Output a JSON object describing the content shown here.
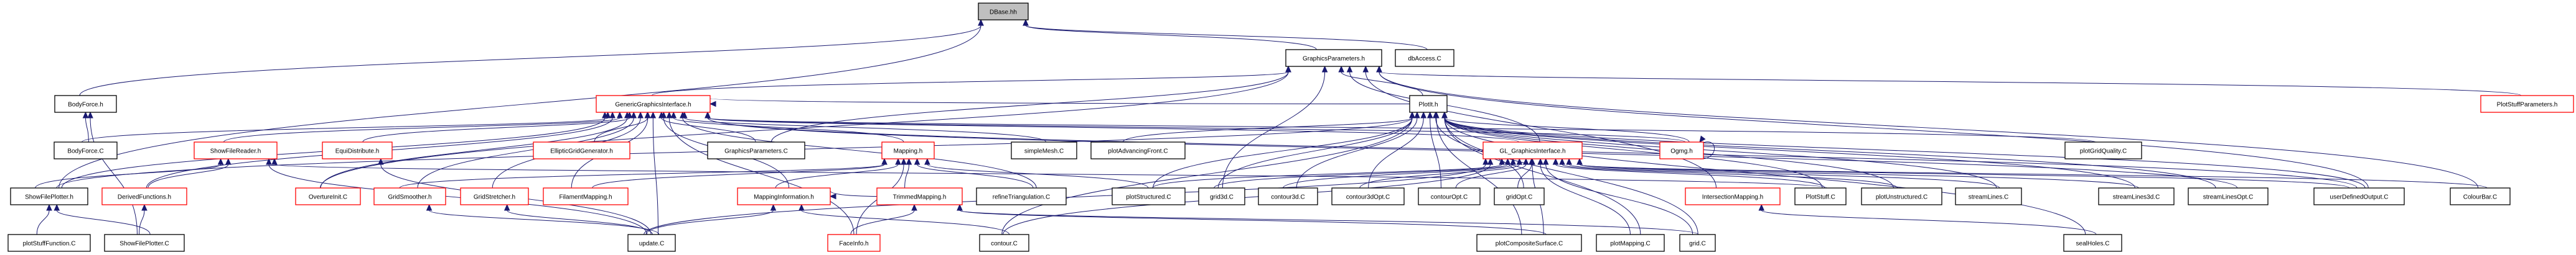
{
  "diagram": {
    "type": "include-dependency-graph",
    "root": "DBase.hh",
    "colors": {
      "edge": "#191970",
      "root_fill": "#bfbfbf",
      "node_fill": "#ffffff",
      "complete_border": "#000000",
      "truncated_border": "#ff0000"
    },
    "nodes": [
      {
        "id": "DBase.hh",
        "label": "DBase.hh",
        "kind": "root"
      },
      {
        "id": "GraphicsParameters.h",
        "label": "GraphicsParameters.h",
        "kind": "complete"
      },
      {
        "id": "dbAccess.C",
        "label": "dbAccess.C",
        "kind": "complete"
      },
      {
        "id": "BodyForce.h",
        "label": "BodyForce.h",
        "kind": "complete"
      },
      {
        "id": "GenericGraphicsInterface.h",
        "label": "GenericGraphicsInterface.h",
        "kind": "truncated"
      },
      {
        "id": "PlotIt.h",
        "label": "PlotIt.h",
        "kind": "complete"
      },
      {
        "id": "PlotStuffParameters.h",
        "label": "PlotStuffParameters.h",
        "kind": "truncated"
      },
      {
        "id": "BodyForce.C",
        "label": "BodyForce.C",
        "kind": "complete"
      },
      {
        "id": "ShowFileReader.h",
        "label": "ShowFileReader.h",
        "kind": "truncated"
      },
      {
        "id": "EquiDistribute.h",
        "label": "EquiDistribute.h",
        "kind": "truncated"
      },
      {
        "id": "EllipticGridGenerator.h",
        "label": "EllipticGridGenerator.h",
        "kind": "truncated"
      },
      {
        "id": "GraphicsParameters.C",
        "label": "GraphicsParameters.C",
        "kind": "complete"
      },
      {
        "id": "Mapping.h",
        "label": "Mapping.h",
        "kind": "truncated"
      },
      {
        "id": "simpleMesh.C",
        "label": "simpleMesh.C",
        "kind": "complete"
      },
      {
        "id": "plotAdvancingFront.C",
        "label": "plotAdvancingFront.C",
        "kind": "complete"
      },
      {
        "id": "GL_GraphicsInterface.h",
        "label": "GL_GraphicsInterface.h",
        "kind": "truncated"
      },
      {
        "id": "Ogmg.h",
        "label": "Ogmg.h",
        "kind": "truncated"
      },
      {
        "id": "plotGridQuality.C",
        "label": "plotGridQuality.C",
        "kind": "complete"
      },
      {
        "id": "ShowFilePlotter.h",
        "label": "ShowFilePlotter.h",
        "kind": "complete"
      },
      {
        "id": "DerivedFunctions.h",
        "label": "DerivedFunctions.h",
        "kind": "truncated"
      },
      {
        "id": "OvertureInit.C",
        "label": "OvertureInit.C",
        "kind": "truncated"
      },
      {
        "id": "GridSmoother.h",
        "label": "GridSmoother.h",
        "kind": "truncated"
      },
      {
        "id": "GridStretcher.h",
        "label": "GridStretcher.h",
        "kind": "truncated"
      },
      {
        "id": "FilamentMapping.h",
        "label": "FilamentMapping.h",
        "kind": "truncated"
      },
      {
        "id": "MappingInformation.h",
        "label": "MappingInformation.h",
        "kind": "truncated"
      },
      {
        "id": "TrimmedMapping.h",
        "label": "TrimmedMapping.h",
        "kind": "truncated"
      },
      {
        "id": "refineTriangulation.C",
        "label": "refineTriangulation.C",
        "kind": "complete"
      },
      {
        "id": "plotStructured.C",
        "label": "plotStructured.C",
        "kind": "complete"
      },
      {
        "id": "grid3d.C",
        "label": "grid3d.C",
        "kind": "complete"
      },
      {
        "id": "contour3d.C",
        "label": "contour3d.C",
        "kind": "complete"
      },
      {
        "id": "contour3dOpt.C",
        "label": "contour3dOpt.C",
        "kind": "complete"
      },
      {
        "id": "contourOpt.C",
        "label": "contourOpt.C",
        "kind": "complete"
      },
      {
        "id": "gridOpt.C",
        "label": "gridOpt.C",
        "kind": "complete"
      },
      {
        "id": "IntersectionMapping.h",
        "label": "IntersectionMapping.h",
        "kind": "truncated"
      },
      {
        "id": "PlotStuff.C",
        "label": "PlotStuff.C",
        "kind": "complete"
      },
      {
        "id": "plotUnstructured.C",
        "label": "plotUnstructured.C",
        "kind": "complete"
      },
      {
        "id": "streamLines.C",
        "label": "streamLines.C",
        "kind": "complete"
      },
      {
        "id": "streamLines3d.C",
        "label": "streamLines3d.C",
        "kind": "complete"
      },
      {
        "id": "streamLinesOpt.C",
        "label": "streamLinesOpt.C",
        "kind": "complete"
      },
      {
        "id": "userDefinedOutput.C",
        "label": "userDefinedOutput.C",
        "kind": "complete"
      },
      {
        "id": "ColourBar.C",
        "label": "ColourBar.C",
        "kind": "complete"
      },
      {
        "id": "plotStuffFunction.C",
        "label": "plotStuffFunction.C",
        "kind": "complete"
      },
      {
        "id": "ShowFilePlotter.C",
        "label": "ShowFilePlotter.C",
        "kind": "complete"
      },
      {
        "id": "update.C",
        "label": "update.C",
        "kind": "complete"
      },
      {
        "id": "FaceInfo.h",
        "label": "FaceInfo.h",
        "kind": "truncated"
      },
      {
        "id": "contour.C",
        "label": "contour.C",
        "kind": "complete"
      },
      {
        "id": "plotCompositeSurface.C",
        "label": "plotCompositeSurface.C",
        "kind": "complete"
      },
      {
        "id": "plotMapping.C",
        "label": "plotMapping.C",
        "kind": "complete"
      },
      {
        "id": "grid.C",
        "label": "grid.C",
        "kind": "complete"
      },
      {
        "id": "sealHoles.C",
        "label": "sealHoles.C",
        "kind": "complete"
      }
    ],
    "edges": [
      [
        "GraphicsParameters.h",
        "DBase.hh"
      ],
      [
        "dbAccess.C",
        "DBase.hh"
      ],
      [
        "BodyForce.h",
        "DBase.hh"
      ],
      [
        "ShowFilePlotter.h",
        "DBase.hh"
      ],
      [
        "GenericGraphicsInterface.h",
        "GraphicsParameters.h"
      ],
      [
        "PlotIt.h",
        "GraphicsParameters.h"
      ],
      [
        "GL_GraphicsInterface.h",
        "GraphicsParameters.h"
      ],
      [
        "PlotStuffParameters.h",
        "GraphicsParameters.h"
      ],
      [
        "GraphicsParameters.C",
        "GraphicsParameters.h"
      ],
      [
        "grid3d.C",
        "GraphicsParameters.h"
      ],
      [
        "OvertureInit.C",
        "GraphicsParameters.h"
      ],
      [
        "userDefinedOutput.C",
        "GraphicsParameters.h"
      ],
      [
        "ColourBar.C",
        "GraphicsParameters.h"
      ],
      [
        "IntersectionMapping.h",
        "GraphicsParameters.h"
      ],
      [
        "BodyForce.C",
        "BodyForce.h"
      ],
      [
        "ShowFilePlotter.C",
        "BodyForce.h"
      ],
      [
        "EllipticGridGenerator.h",
        "GenericGraphicsInterface.h"
      ],
      [
        "GraphicsParameters.C",
        "GenericGraphicsInterface.h"
      ],
      [
        "ShowFileReader.h",
        "GenericGraphicsInterface.h"
      ],
      [
        "EquiDistribute.h",
        "GenericGraphicsInterface.h"
      ],
      [
        "BodyForce.C",
        "GenericGraphicsInterface.h"
      ],
      [
        "ShowFilePlotter.h",
        "GenericGraphicsInterface.h"
      ],
      [
        "DerivedFunctions.h",
        "GenericGraphicsInterface.h"
      ],
      [
        "OvertureInit.C",
        "GenericGraphicsInterface.h"
      ],
      [
        "GridSmoother.h",
        "GenericGraphicsInterface.h"
      ],
      [
        "GridStretcher.h",
        "GenericGraphicsInterface.h"
      ],
      [
        "FilamentMapping.h",
        "GenericGraphicsInterface.h"
      ],
      [
        "MappingInformation.h",
        "GenericGraphicsInterface.h"
      ],
      [
        "Mapping.h",
        "GenericGraphicsInterface.h"
      ],
      [
        "update.C",
        "GenericGraphicsInterface.h"
      ],
      [
        "FaceInfo.h",
        "GenericGraphicsInterface.h"
      ],
      [
        "GL_GraphicsInterface.h",
        "GenericGraphicsInterface.h"
      ],
      [
        "Ogmg.h",
        "GenericGraphicsInterface.h"
      ],
      [
        "PlotIt.h",
        "GenericGraphicsInterface.h"
      ],
      [
        "refineTriangulation.C",
        "GenericGraphicsInterface.h"
      ],
      [
        "simpleMesh.C",
        "GenericGraphicsInterface.h"
      ],
      [
        "plotGridQuality.C",
        "GenericGraphicsInterface.h"
      ],
      [
        "streamLinesOpt.C",
        "GenericGraphicsInterface.h"
      ],
      [
        "userDefinedOutput.C",
        "GenericGraphicsInterface.h"
      ],
      [
        "plotAdvancingFront.C",
        "PlotIt.h"
      ],
      [
        "plotStructured.C",
        "PlotIt.h"
      ],
      [
        "grid3d.C",
        "PlotIt.h"
      ],
      [
        "contour3d.C",
        "PlotIt.h"
      ],
      [
        "contour3dOpt.C",
        "PlotIt.h"
      ],
      [
        "contourOpt.C",
        "PlotIt.h"
      ],
      [
        "gridOpt.C",
        "PlotIt.h"
      ],
      [
        "contour.C",
        "PlotIt.h"
      ],
      [
        "Ogmg.h",
        "PlotIt.h"
      ],
      [
        "PlotStuff.C",
        "PlotIt.h"
      ],
      [
        "plotUnstructured.C",
        "PlotIt.h"
      ],
      [
        "streamLines.C",
        "PlotIt.h"
      ],
      [
        "streamLines3d.C",
        "PlotIt.h"
      ],
      [
        "streamLinesOpt.C",
        "PlotIt.h"
      ],
      [
        "userDefinedOutput.C",
        "PlotIt.h"
      ],
      [
        "plotCompositeSurface.C",
        "PlotIt.h"
      ],
      [
        "plotMapping.C",
        "PlotIt.h"
      ],
      [
        "grid.C",
        "PlotIt.h"
      ],
      [
        "sealHoles.C",
        "PlotIt.h"
      ],
      [
        "ShowFilePlotter.h",
        "PlotIt.h"
      ],
      [
        "Ogmg.h",
        "Ogmg.h"
      ],
      [
        "ShowFilePlotter.h",
        "ShowFileReader.h"
      ],
      [
        "DerivedFunctions.h",
        "ShowFileReader.h"
      ],
      [
        "update.C",
        "ShowFileReader.h"
      ],
      [
        "PlotStuff.C",
        "ShowFileReader.h"
      ],
      [
        "update.C",
        "EquiDistribute.h"
      ],
      [
        "plotStuffFunction.C",
        "ShowFilePlotter.h"
      ],
      [
        "ShowFilePlotter.C",
        "ShowFilePlotter.h"
      ],
      [
        "ShowFilePlotter.C",
        "DerivedFunctions.h"
      ],
      [
        "update.C",
        "GridSmoother.h"
      ],
      [
        "update.C",
        "GridStretcher.h"
      ],
      [
        "update.C",
        "MappingInformation.h"
      ],
      [
        "contour.C",
        "MappingInformation.h"
      ],
      [
        "TrimmedMapping.h",
        "MappingInformation.h"
      ],
      [
        "TrimmedMapping.h",
        "Mapping.h"
      ],
      [
        "FaceInfo.h",
        "Mapping.h"
      ],
      [
        "MappingInformation.h",
        "Mapping.h"
      ],
      [
        "refineTriangulation.C",
        "Mapping.h"
      ],
      [
        "plotStructured.C",
        "Mapping.h"
      ],
      [
        "GridSmoother.h",
        "Mapping.h"
      ],
      [
        "FilamentMapping.h",
        "Mapping.h"
      ],
      [
        "FaceInfo.h",
        "TrimmedMapping.h"
      ],
      [
        "plotCompositeSurface.C",
        "TrimmedMapping.h"
      ],
      [
        "grid.C",
        "TrimmedMapping.h"
      ],
      [
        "contour3dOpt.C",
        "GL_GraphicsInterface.h"
      ],
      [
        "contourOpt.C",
        "GL_GraphicsInterface.h"
      ],
      [
        "gridOpt.C",
        "GL_GraphicsInterface.h"
      ],
      [
        "grid3d.C",
        "GL_GraphicsInterface.h"
      ],
      [
        "plotStructured.C",
        "GL_GraphicsInterface.h"
      ],
      [
        "contour3d.C",
        "GL_GraphicsInterface.h"
      ],
      [
        "plotCompositeSurface.C",
        "GL_GraphicsInterface.h"
      ],
      [
        "plotMapping.C",
        "GL_GraphicsInterface.h"
      ],
      [
        "grid.C",
        "GL_GraphicsInterface.h"
      ],
      [
        "PlotStuff.C",
        "GL_GraphicsInterface.h"
      ],
      [
        "plotUnstructured.C",
        "GL_GraphicsInterface.h"
      ],
      [
        "streamLines.C",
        "GL_GraphicsInterface.h"
      ],
      [
        "streamLines3d.C",
        "GL_GraphicsInterface.h"
      ],
      [
        "userDefinedOutput.C",
        "GL_GraphicsInterface.h"
      ],
      [
        "ColourBar.C",
        "GL_GraphicsInterface.h"
      ],
      [
        "contour.C",
        "GL_GraphicsInterface.h"
      ],
      [
        "update.C",
        "GL_GraphicsInterface.h"
      ],
      [
        "sealHoles.C",
        "IntersectionMapping.h"
      ]
    ]
  }
}
